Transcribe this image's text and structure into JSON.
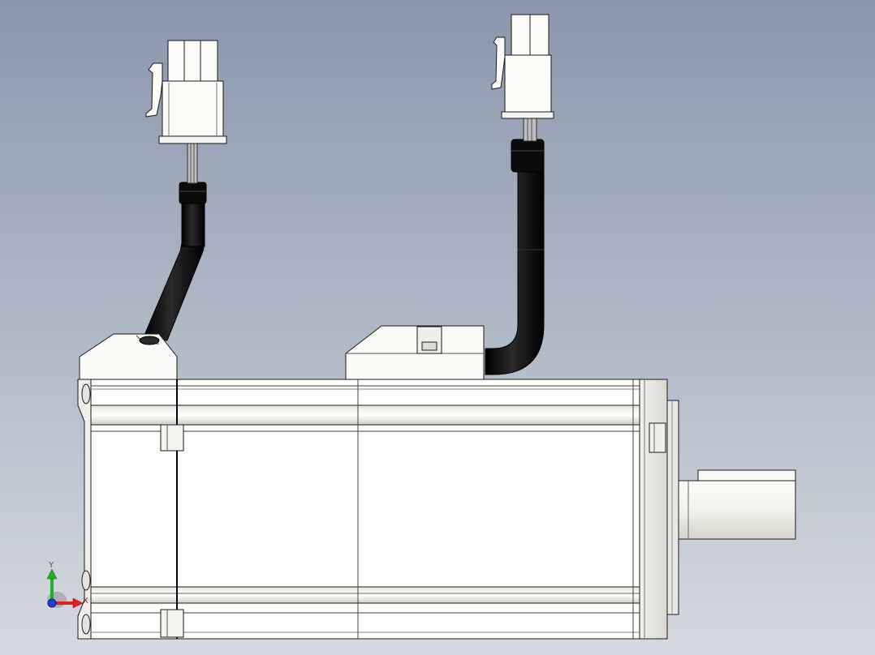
{
  "scene": {
    "subject": "servo-motor-side-view",
    "background_top": "#8a97ac",
    "background_bottom": "#d6dae0",
    "body_color": "#f7f7f3",
    "edge_color": "#1a1a1a",
    "cable_color": "#111111"
  },
  "triad": {
    "y_label": "Y",
    "x_label": "X",
    "y_color": "#22b022",
    "x_color": "#e02020",
    "z_color": "#1f3fd8"
  }
}
